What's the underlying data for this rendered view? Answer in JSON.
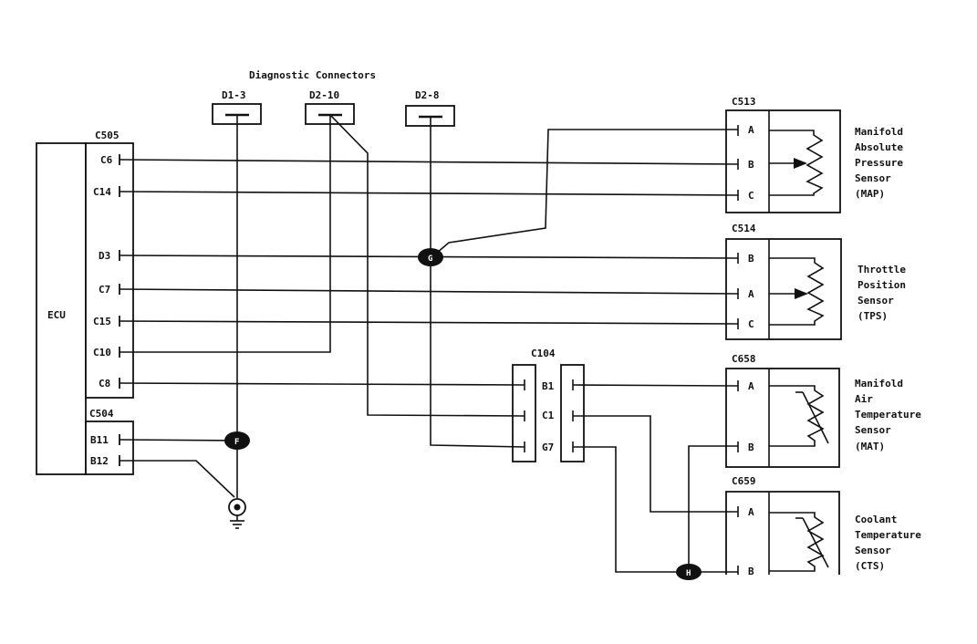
{
  "diagnostic": {
    "title": "Diagnostic Connectors",
    "d13": "D1-3",
    "d210": "D2-10",
    "d28": "D2-8"
  },
  "ecu": {
    "label": "ECU",
    "c505": "C505",
    "c504": "C504",
    "pins": {
      "c6": "C6",
      "c14": "C14",
      "d3": "D3",
      "c7": "C7",
      "c15": "C15",
      "c10": "C10",
      "c8": "C8",
      "b11": "B11",
      "b12": "B12"
    }
  },
  "c104": {
    "label": "C104",
    "b1": "B1",
    "c1": "C1",
    "g7": "G7"
  },
  "splices": {
    "g": "G",
    "f": "F",
    "h": "H"
  },
  "sensors": {
    "map": {
      "conn": "C513",
      "pa": "A",
      "pb": "B",
      "pc": "C",
      "l1": "Manifold",
      "l2": "Absolute",
      "l3": "Pressure",
      "l4": "Sensor",
      "l5": "(MAP)"
    },
    "tps": {
      "conn": "C514",
      "pb": "B",
      "pa": "A",
      "pc": "C",
      "l1": "Throttle",
      "l2": "Position",
      "l3": "Sensor",
      "l4": "(TPS)"
    },
    "mat": {
      "conn": "C658",
      "pa": "A",
      "pb": "B",
      "l1": "Manifold",
      "l2": "Air",
      "l3": "Temperature",
      "l4": "Sensor",
      "l5": "(MAT)"
    },
    "cts": {
      "conn": "C659",
      "pa": "A",
      "pb": "B",
      "l1": "Coolant",
      "l2": "Temperature",
      "l3": "Sensor",
      "l4": "(CTS)"
    }
  }
}
